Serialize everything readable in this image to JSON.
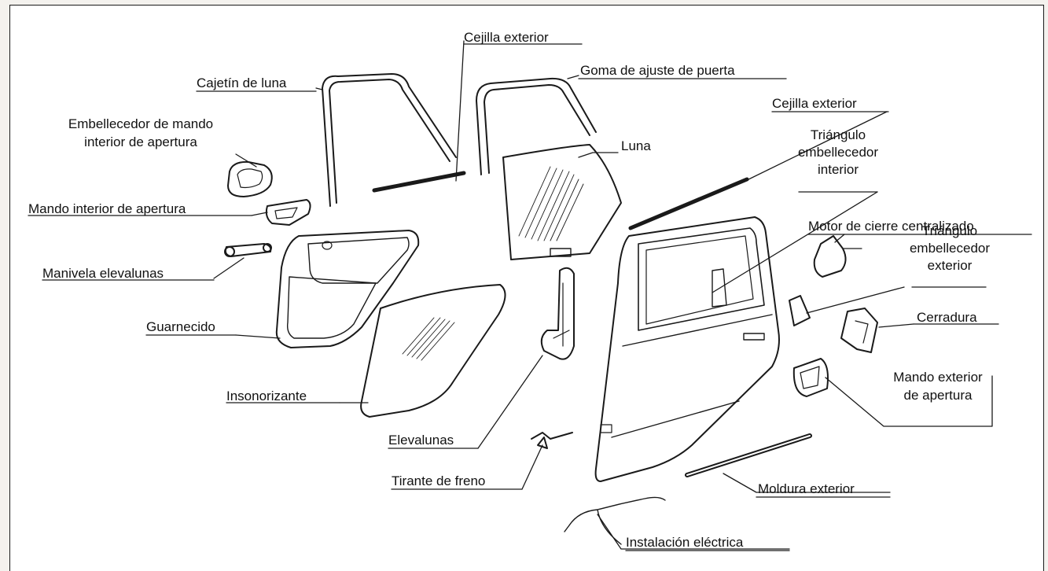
{
  "colors": {
    "ink": "#1a1a1a",
    "paper": "#ffffff",
    "background": "#f4f2ee"
  },
  "labels": {
    "cejilla_exterior_1": "Cejilla exterior",
    "goma_ajuste": "Goma de ajuste de puerta",
    "cajetin_luna": "Cajetín de luna",
    "cejilla_exterior_2": "Cejilla exterior",
    "embellecedor_mando_l1": "Embellecedor de mando",
    "embellecedor_mando_l2": "interior de apertura",
    "luna": "Luna",
    "triangulo_interior_l1": "Triángulo",
    "triangulo_interior_l2": "embellecedor",
    "triangulo_interior_l3": "interior",
    "mando_interior": "Mando interior de apertura",
    "motor_cierre": "Motor de cierre centralizado",
    "triangulo_exterior_l1": "Triángulo",
    "triangulo_exterior_l2": "embellecedor",
    "triangulo_exterior_l3": "exterior",
    "manivela": "Manivela elevalunas",
    "cerradura": "Cerradura",
    "guarnecido": "Guarnecido",
    "mando_exterior_l1": "Mando exterior",
    "mando_exterior_l2": "de apertura",
    "insonorizante": "Insonorizante",
    "elevalunas": "Elevalunas",
    "tirante_freno": "Tirante de freno",
    "moldura_exterior": "Moldura exterior",
    "instalacion_electrica": "Instalación eléctrica"
  }
}
